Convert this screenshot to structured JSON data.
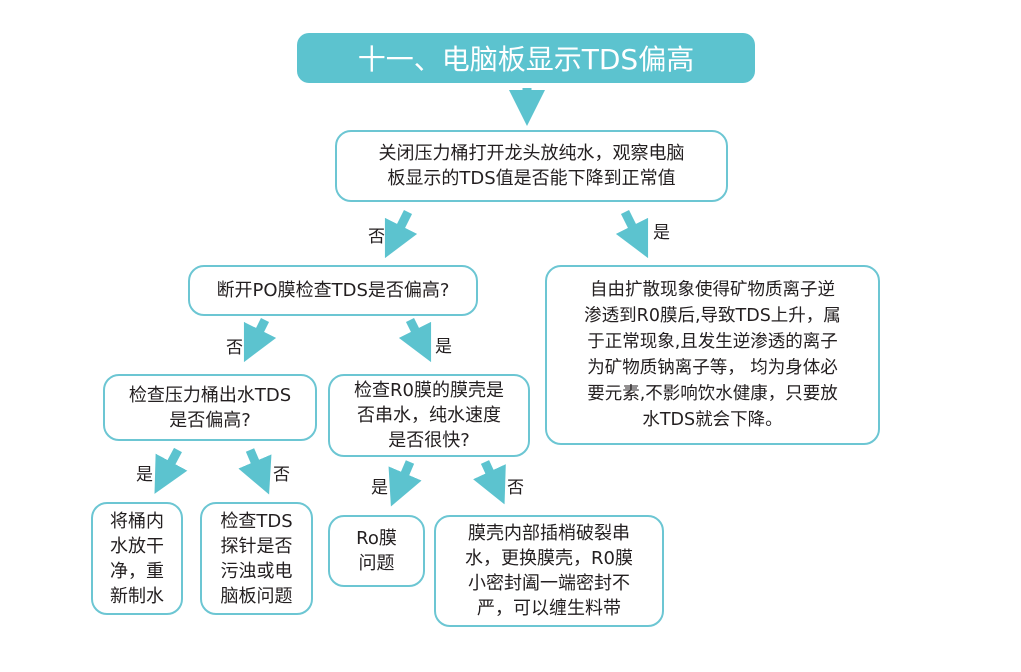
{
  "title": "十一、电脑板显示TDS偏高",
  "nodes": {
    "start": "关闭压力桶打开龙头放纯水，观察电脑\n板显示的TDS值是否能下降到正常值",
    "check_po": "断开PO膜检查TDS是否偏高?",
    "normal": "自由扩散现象使得矿物质离子逆\n渗透到R0膜后,导致TDS上升，属\n于正常现象,且发生逆渗透的离子\n为矿物质钠离子等， 均为身体必\n要元素,不影响饮水健康，只要放\n水TDS就会下降。",
    "check_tank": "检查压力桶出水TDS\n是否偏高?",
    "check_ro": "检查R0膜的膜壳是\n否串水，纯水速度\n是否很快?",
    "drain_tank": "将桶内\n水放干\n净，重\n新制水",
    "check_probe": "检查TDS\n探针是否\n污浊或电\n脑板问题",
    "ro_problem": "Ro膜\n问题",
    "housing": "膜壳内部插梢破裂串\n水，更换膜壳，R0膜\n小密封阖一端密封不\n严，可以缠生料带"
  },
  "labels": {
    "yes": "是",
    "no": "否"
  },
  "colors": {
    "accent": "#5cc3cf",
    "border": "#6cc6d3"
  }
}
